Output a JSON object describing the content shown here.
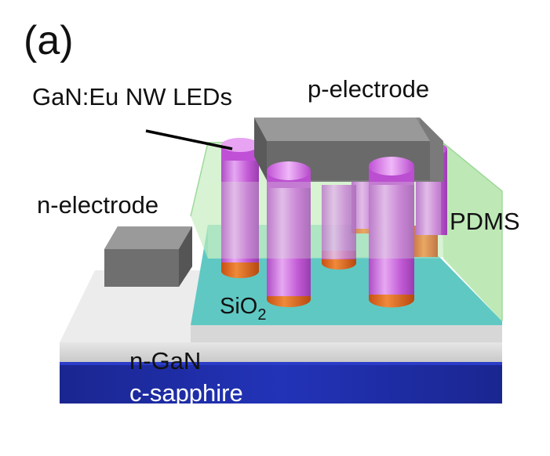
{
  "panel_label": "(a)",
  "labels": {
    "gan_eu_nw_leds": "GaN:Eu NW LEDs",
    "p_electrode": "p-electrode",
    "n_electrode": "n-electrode",
    "pdms": "PDMS",
    "sio2_main": "SiO",
    "sio2_sub": "2",
    "n_gan": "n-GaN",
    "c_sapphire": "c-sapphire"
  },
  "colors": {
    "sapphire": "#1b2aa6",
    "n_gan": "#d9d9d9",
    "sio2": "#5cc7c2",
    "pdms": "#bfe9b8",
    "electrode": "#6b6b6b",
    "nanowire": "#c84fd8",
    "nanowire_base": "#e0661c"
  }
}
